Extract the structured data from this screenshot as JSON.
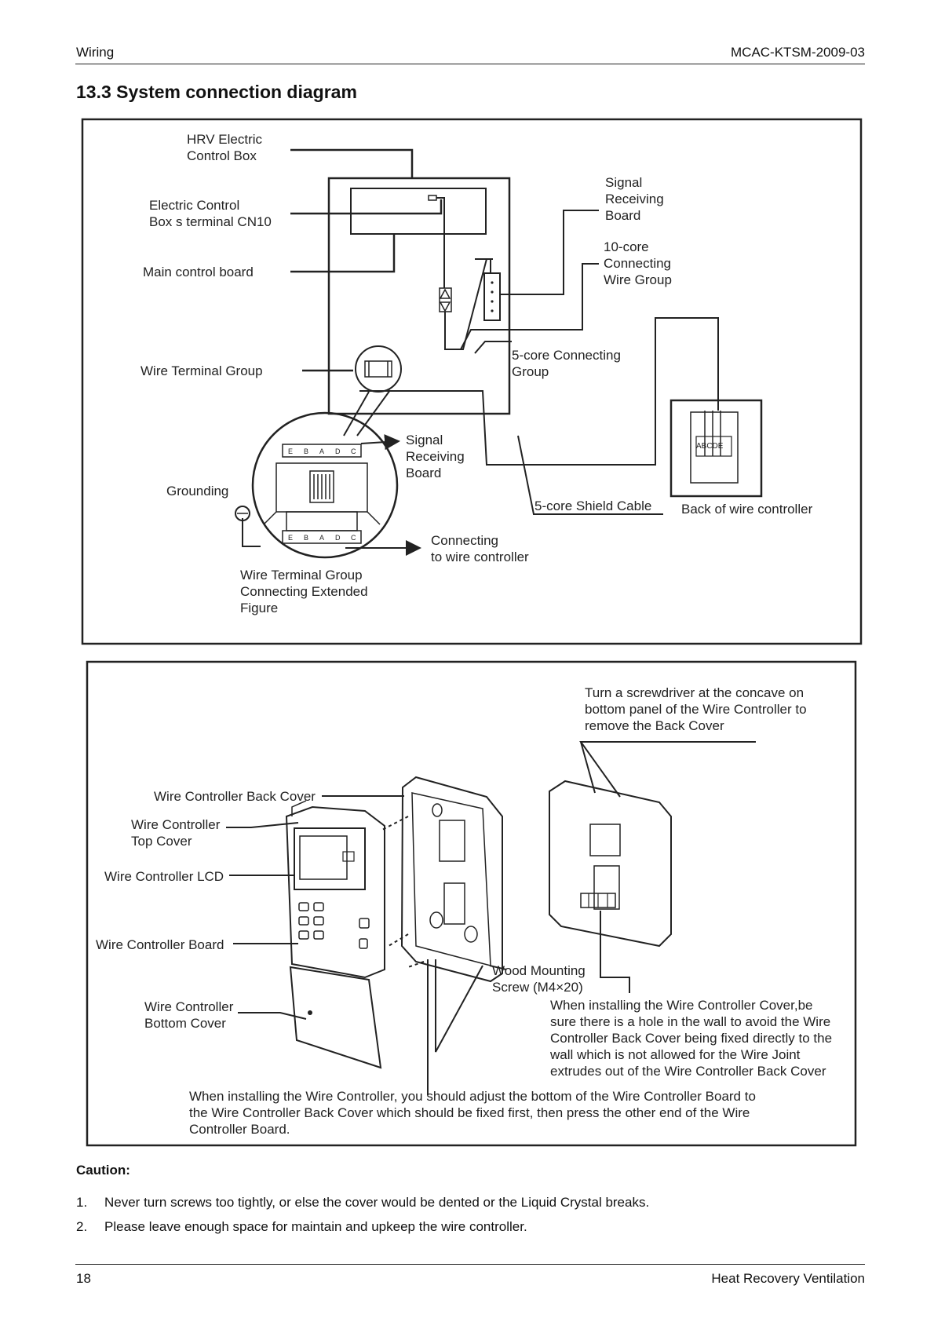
{
  "header": {
    "left": "Wiring",
    "right": "MCAC-KTSM-2009-03"
  },
  "section_title": "13.3 System connection diagram",
  "diagram1": {
    "labels": {
      "hrv_box_1": "HRV Electric",
      "hrv_box_2": "Control Box",
      "cn10_1": "Electric Control",
      "cn10_2": "Box s terminal CN10",
      "main_board": "Main control board",
      "wire_terminal_group": "Wire Terminal Group",
      "grounding": "Grounding",
      "srb_top_1": "Signal",
      "srb_top_2": "Receiving",
      "srb_top_3": "Board",
      "tencore_1": "10-core",
      "tencore_2": "Connecting",
      "tencore_3": "Wire Group",
      "fivecore_1": "5-core Connecting",
      "fivecore_2": "Group",
      "srb_mid_1": "Signal",
      "srb_mid_2": "Receiving",
      "srb_mid_3": "Board",
      "shield_cable": "5-core Shield Cable",
      "back_wire_ctrl": "Back of wire controller",
      "connecting_1": "Connecting",
      "connecting_2": "to wire controller",
      "extended_1": "Wire Terminal Group",
      "extended_2": "Connecting Extended",
      "extended_3": "Figure",
      "terminal_letters": [
        "E",
        "B",
        "A",
        "D",
        "C"
      ],
      "abcde": "ABCDE"
    }
  },
  "diagram2": {
    "labels": {
      "screwdriver_1": "Turn a screwdriver at the concave on",
      "screwdriver_2": "bottom panel of the Wire Controller to",
      "screwdriver_3": "remove the Back Cover",
      "back_cover": "Wire Controller Back Cover",
      "top_cover_1": "Wire Controller",
      "top_cover_2": "Top  Cover",
      "lcd": "Wire Controller LCD",
      "board": "Wire Controller Board",
      "bottom_cover_1": "Wire Controller",
      "bottom_cover_2": "Bottom Cover",
      "wood_screw_1": "Wood Mounting",
      "wood_screw_2": "Screw (M4×20)",
      "hole_note_1": "When installing the Wire Controller Cover,be",
      "hole_note_2": "sure there is a hole in the wall to avoid the Wire",
      "hole_note_3": "Controller Back Cover being fixed directly to the",
      "hole_note_4": "wall which is not allowed for the Wire Joint",
      "hole_note_5": "extrudes out of the Wire Controller Back Cover",
      "install_note_1": "When installing  the Wire Controller, you should adjust the bottom of the Wire Controller Board to",
      "install_note_2": "the Wire Controller Back Cover which should be fixed first, then press the other end of the Wire",
      "install_note_3": "Controller Board."
    }
  },
  "caution": {
    "title": "Caution:",
    "items": [
      {
        "num": "1.",
        "text": "Never turn screws too tightly, or else the cover would be dented or the Liquid Crystal breaks."
      },
      {
        "num": "2.",
        "text": "Please leave enough space for maintain and upkeep the wire controller."
      }
    ]
  },
  "footer": {
    "left": "18",
    "right": "Heat Recovery Ventilation"
  }
}
